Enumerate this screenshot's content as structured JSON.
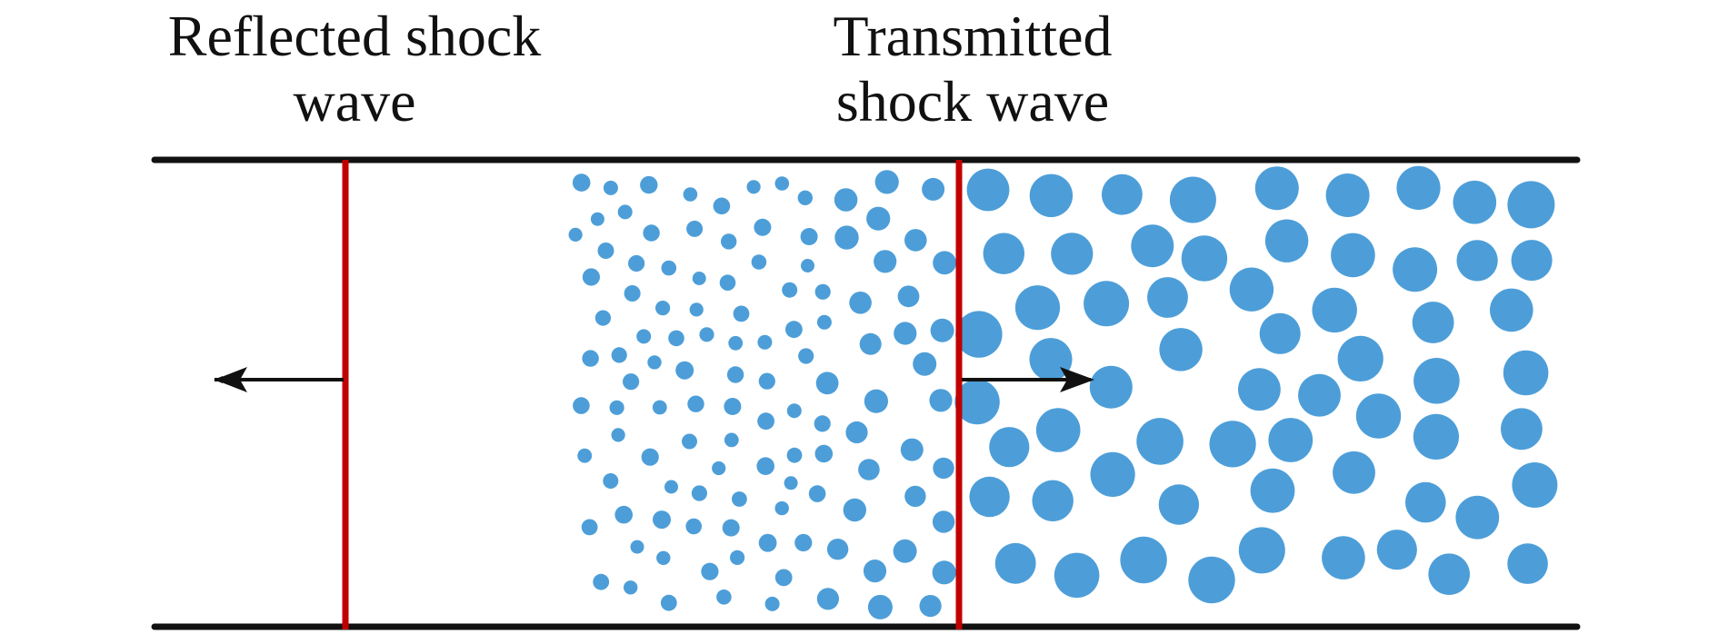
{
  "labels": {
    "reflected_line1": "Reflected shock",
    "reflected_line2": "wave",
    "transmitted_line1": "Transmitted",
    "transmitted_line2": "shock wave"
  },
  "colors": {
    "tube_wall": "#111111",
    "shock_front": "#c00000",
    "particle": "#4d9ed8",
    "arrow": "#111111"
  }
}
